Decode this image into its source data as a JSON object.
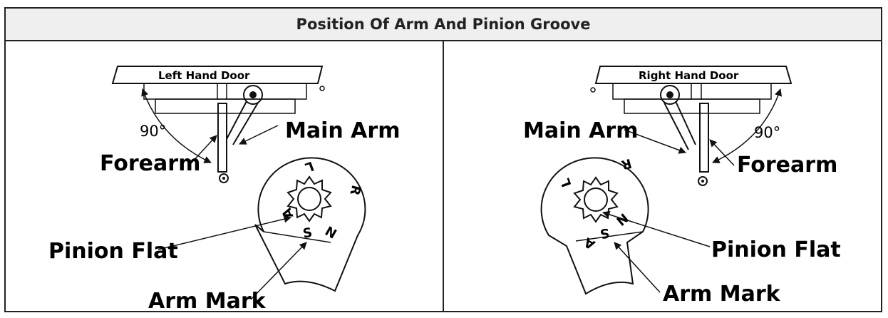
{
  "title": "Position Of Arm And Pinion Groove",
  "left_panel": {
    "door_label": "Left Hand Door",
    "angle": "90°",
    "main_arm": "Main Arm",
    "forearm": "Forearm",
    "pinion_flat": "Pinion Flat",
    "arm_mark": "Arm Mark",
    "dial_letters": [
      "L",
      "R",
      "A",
      "S",
      "N"
    ]
  },
  "right_panel": {
    "door_label": "Right Hand Door",
    "angle": "90°",
    "main_arm": "Main Arm",
    "forearm": "Forearm",
    "pinion_flat": "Pinion Flat",
    "arm_mark": "Arm Mark",
    "dial_letters": [
      "R",
      "L",
      "A",
      "S",
      "N"
    ]
  }
}
